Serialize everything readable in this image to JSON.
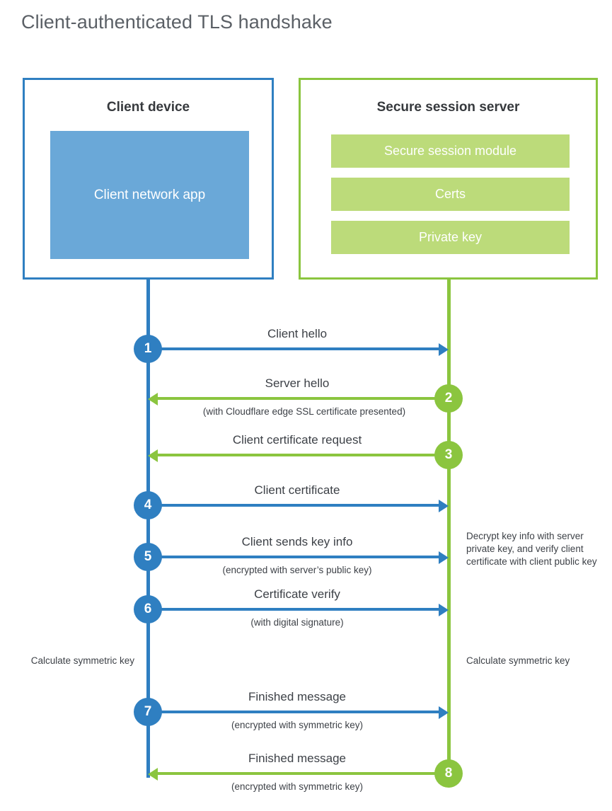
{
  "page": {
    "title": "Client-authenticated TLS handshake"
  },
  "colors": {
    "blue_stroke": "#2f7fc1",
    "green_stroke": "#8bc53f",
    "client_app_fill": "#6aa8d8",
    "server_bar_fill": "#bcdb7a",
    "title_text": "#5b6066",
    "body_text": "#3d4147",
    "background": "#ffffff"
  },
  "client": {
    "title": "Client device",
    "app_label": "Client network app"
  },
  "server": {
    "title": "Secure session server",
    "bars": [
      {
        "label": "Secure session module"
      },
      {
        "label": "Certs"
      },
      {
        "label": "Private key"
      }
    ]
  },
  "annotations": {
    "server_decrypt": "Decrypt key info with server private key, and verify client certificate with client public key",
    "client_symmetric": "Calculate symmetric key",
    "server_symmetric": "Calculate symmetric key"
  },
  "steps": [
    {
      "number": "1",
      "direction": "client-to-server",
      "color": "blue",
      "label": "Client hello",
      "sub": ""
    },
    {
      "number": "2",
      "direction": "server-to-client",
      "color": "green",
      "label": "Server hello",
      "sub": "(with Cloudflare edge SSL certificate presented)"
    },
    {
      "number": "3",
      "direction": "server-to-client",
      "color": "green",
      "label": "Client certificate request",
      "sub": ""
    },
    {
      "number": "4",
      "direction": "client-to-server",
      "color": "blue",
      "label": "Client certificate",
      "sub": ""
    },
    {
      "number": "5",
      "direction": "client-to-server",
      "color": "blue",
      "label": "Client sends key info",
      "sub": "(encrypted with server’s public key)"
    },
    {
      "number": "6",
      "direction": "client-to-server",
      "color": "blue",
      "label": "Certificate verify",
      "sub": "(with digital signature)"
    },
    {
      "number": "7",
      "direction": "client-to-server",
      "color": "blue",
      "label": "Finished message",
      "sub": "(encrypted with symmetric key)"
    },
    {
      "number": "8",
      "direction": "server-to-client",
      "color": "green",
      "label": "Finished message",
      "sub": "(encrypted with symmetric key)"
    }
  ]
}
